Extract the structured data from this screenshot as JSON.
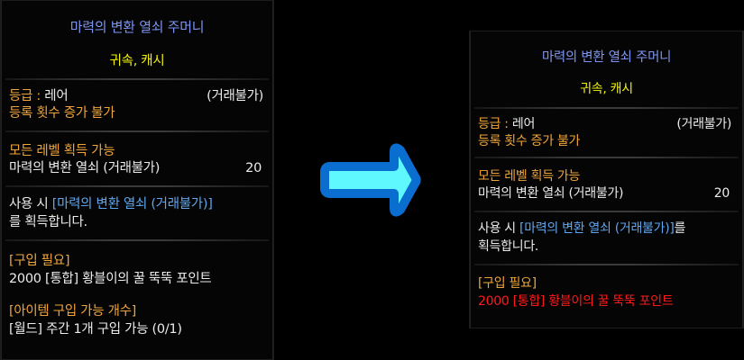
{
  "colors": {
    "title": "#7d95f0",
    "sub": "#f2f20a",
    "label": "#f0a53a",
    "text": "#ececec",
    "link": "#5fa6ee",
    "error": "#ff1a1a",
    "arrow_fill": "#5ff8ff",
    "arrow_border": "#0a6ed0"
  },
  "before": {
    "title": "마력의 변환 열쇠 주머니",
    "subtitle": "귀속, 캐시",
    "grade_label": "등급 : ",
    "grade_value": "레어",
    "trade": "(거래불가)",
    "register_note": "등록 횟수 증가 불가",
    "obtain_label": "모든 레벨 획득 가능",
    "obtain_item": "마력의 변환 열쇠 (거래불가)",
    "obtain_qty": "20",
    "use_prefix": "사용 시 ",
    "use_link": "[마력의 변환 열쇠 (거래불가)]",
    "use_suffix_line2": "를 획득합니다.",
    "purchase_label": "[구입 필요]",
    "purchase_value": "2000 [통합] 황블이의 꿀 뚝뚝 포인트",
    "limit_label": "[아이템 구입 가능 개수]",
    "limit_value": "[월드] 주간 1개 구입 가능 (0/1)"
  },
  "after": {
    "title": "마력의 변환 열쇠 주머니",
    "subtitle": "귀속, 캐시",
    "grade_label": "등급 : ",
    "grade_value": "레어",
    "trade": "(거래불가)",
    "register_note": "등록 횟수 증가 불가",
    "obtain_label": "모든 레벨 획득 가능",
    "obtain_item": "마력의 변환 열쇠 (거래불가)",
    "obtain_qty": "20",
    "use_prefix": "사용 시 ",
    "use_link": "[마력의 변환 열쇠 (거래불가)]",
    "use_suffix": "를",
    "use_line2": "획득합니다.",
    "purchase_label": "[구입 필요]",
    "purchase_value": "2000 [통합] 황블이의 꿀 뚝뚝 포인트"
  },
  "arrow": {
    "icon": "right-arrow-icon"
  }
}
